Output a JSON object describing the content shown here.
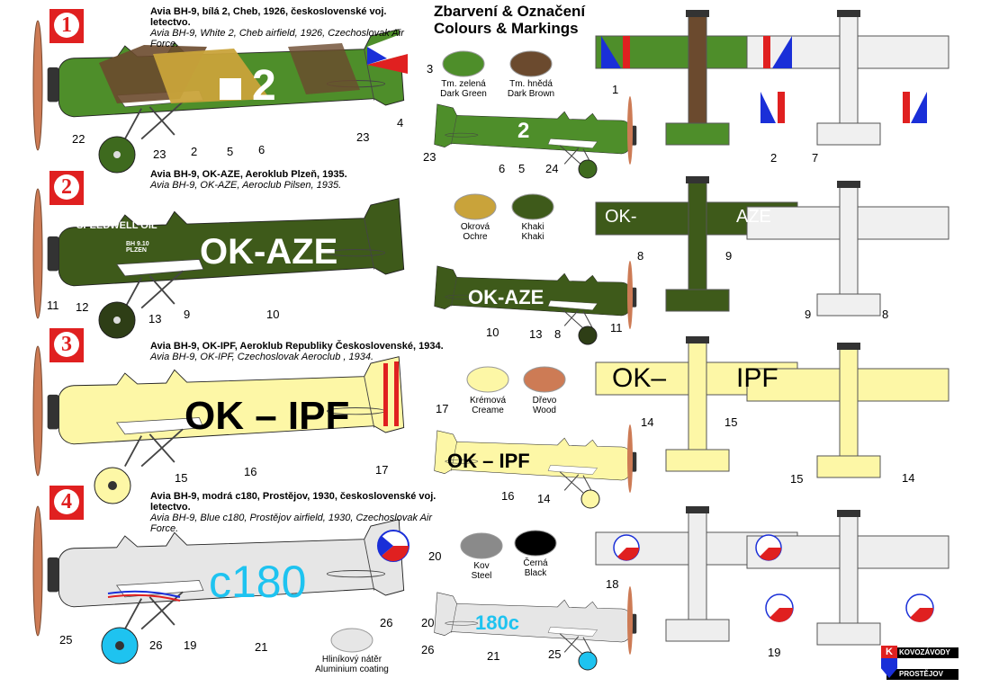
{
  "title": {
    "cz": "Zbarvení & Označení",
    "en": "Colours & Markings"
  },
  "schemes": [
    {
      "number": "1",
      "cz": "Avia BH-9, bílá 2, Cheb, 1926, československé voj. letectvo.",
      "en": "Avia BH-9, White 2, Cheb airfield, 1926, Czechoslovak Air Force.",
      "registration": "2",
      "small_registration": "2"
    },
    {
      "number": "2",
      "cz": "Avia BH-9, OK-AZE, Aeroklub Plzeň, 1935.",
      "en": "Avia BH-9, OK-AZE, Aeroclub Pilsen, 1935.",
      "registration": "OK-AZE",
      "small_registration": "OK-AZE",
      "top_left": "OK-",
      "top_right": "AZE",
      "nose_text": "SPEEDWELL OIL",
      "side_text": "BH 9.10 PLZEN"
    },
    {
      "number": "3",
      "cz": "Avia BH-9, OK-IPF, Aeroklub Republiky Československé, 1934.",
      "en": "Avia BH-9, OK-IPF, Czechoslovak  Aeroclub , 1934.",
      "registration": "OK – IPF",
      "small_registration": "OK – IPF",
      "top_left": "OK–",
      "top_right": "IPF"
    },
    {
      "number": "4",
      "cz": "Avia BH-9, modrá c180, Prostějov, 1930, československé voj. letectvo.",
      "en": "Avia BH-9, Blue c180, Prostějov airfield, 1930, Czechoslovak Air Force.",
      "registration": "c180",
      "small_registration": "180c"
    }
  ],
  "swatches": [
    {
      "cz": "Tm. zelená",
      "en": "Dark Green",
      "color": "#4e8e2a"
    },
    {
      "cz": "Tm. hnědá",
      "en": "Dark Brown",
      "color": "#6b4a2e"
    },
    {
      "cz": "Okrová",
      "en": "Ochre",
      "color": "#c9a33a"
    },
    {
      "cz": "Khaki",
      "en": "Khaki",
      "color": "#3e5a1a"
    },
    {
      "cz": "Krémová",
      "en": "Creame",
      "color": "#fdf7a6"
    },
    {
      "cz": "Dřevo",
      "en": "Wood",
      "color": "#cd7b55"
    },
    {
      "cz": "Kov",
      "en": "Steel",
      "color": "#8a8a8a"
    },
    {
      "cz": "Černá",
      "en": "Black",
      "color": "#000000"
    },
    {
      "cz": "Hliníkový nátěr",
      "en": "Aluminium coating",
      "color": "#e6e6e6"
    }
  ],
  "callouts": [
    "3",
    "22",
    "23",
    "2",
    "5",
    "6",
    "23",
    "4",
    "23",
    "6",
    "5",
    "24",
    "1",
    "2",
    "7",
    "11",
    "12",
    "13",
    "9",
    "10",
    "8",
    "9",
    "10",
    "13",
    "8",
    "11",
    "9",
    "8",
    "17",
    "15",
    "16",
    "14",
    "15",
    "17",
    "16",
    "14",
    "15",
    "14",
    "20",
    "26",
    "25",
    "26",
    "19",
    "21",
    "20",
    "26",
    "21",
    "25",
    "18",
    "19"
  ],
  "logo": {
    "line1": "KOVOZÁVODY",
    "line2": "PROSTĚJOV",
    "letter": "K"
  },
  "colors": {
    "accent_red": "#e02020",
    "roundel_blue": "#1a2fd8",
    "c180_blue": "#1ec3f0"
  }
}
